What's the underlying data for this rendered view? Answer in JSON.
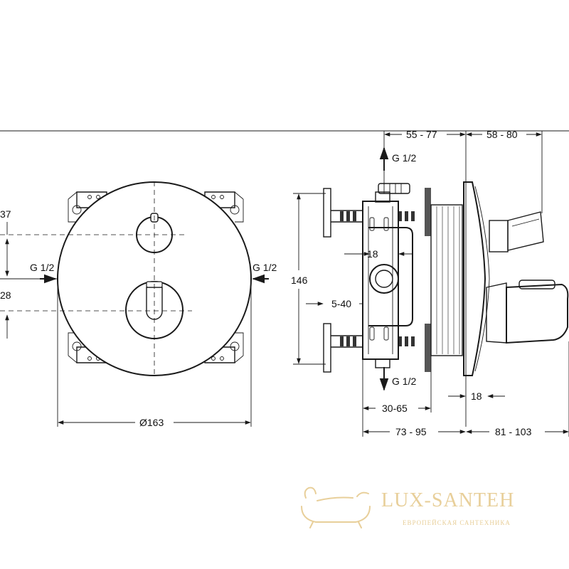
{
  "front_view": {
    "dim_top_offset": "37",
    "dim_lower_offset": "28",
    "inlet_left": "G 1/2",
    "inlet_right": "G 1/2",
    "diameter": "Ø163"
  },
  "side_view": {
    "dim_top_1": "55 - 77",
    "dim_top_2": "58 - 80",
    "outlet_top": "G 1/2",
    "outlet_bottom": "G 1/2",
    "height": "146",
    "port_width": "18",
    "port_offset": "5-40",
    "dim_bottom_1": "30-65",
    "plate_thickness": "18",
    "dim_bottom_2": "73 - 95",
    "dim_bottom_3": "81 - 103"
  },
  "watermark": {
    "brand": "LUX-SANTEH",
    "tagline": "ЕВРОПЕЙСКАЯ САНТЕХНИКА",
    "color": "#e8cf9a",
    "icon": "bathtub-icon"
  }
}
